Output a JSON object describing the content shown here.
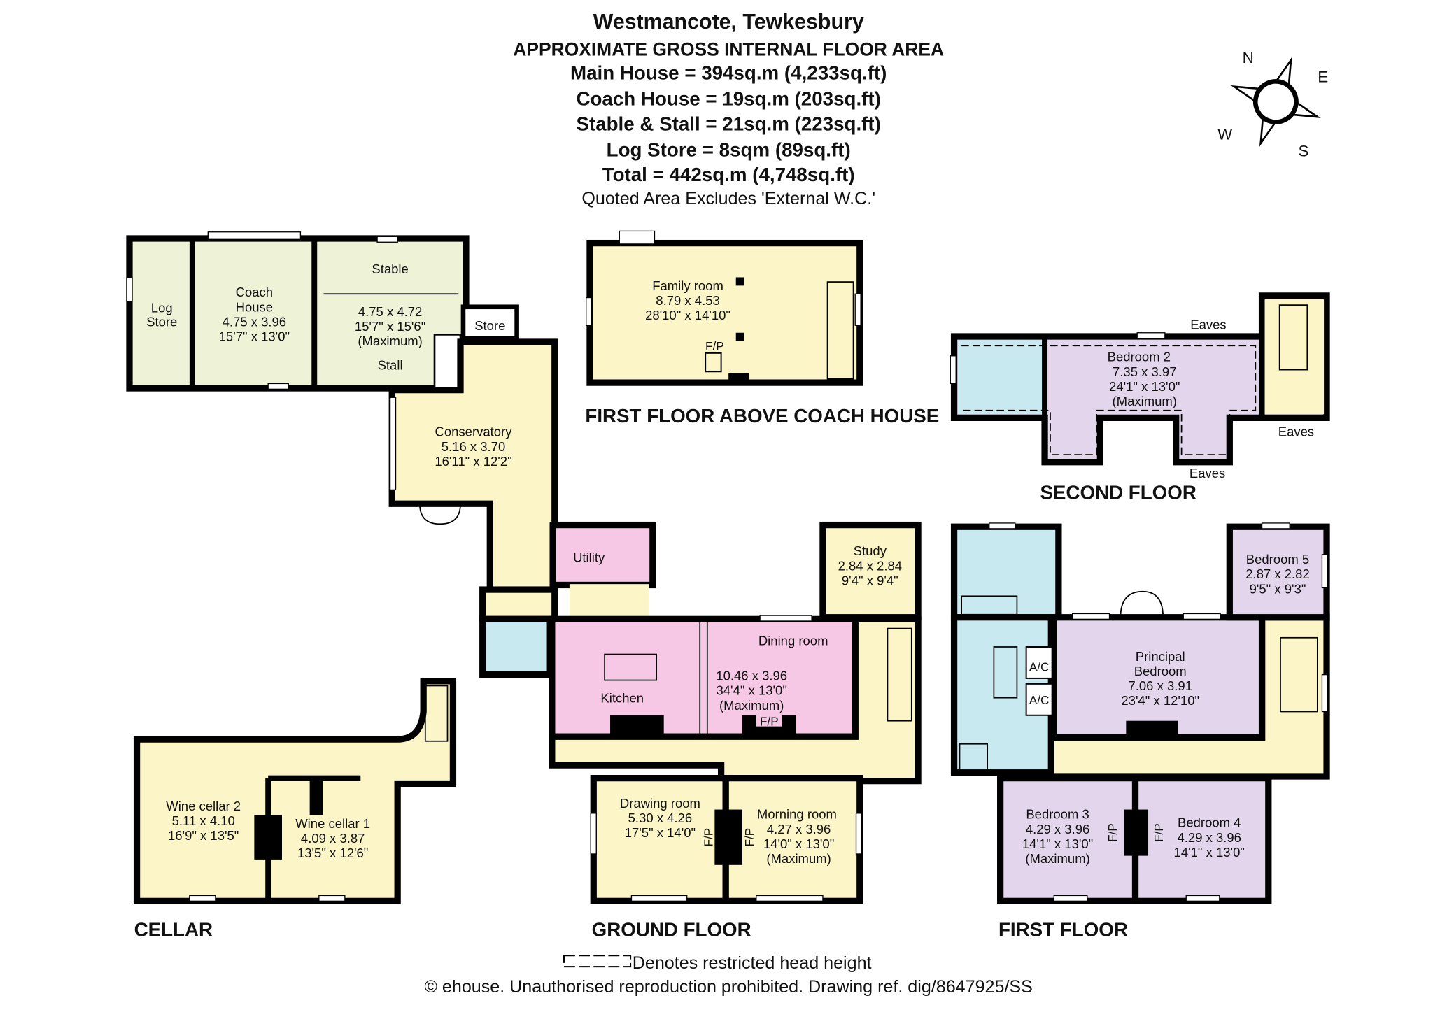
{
  "header": {
    "title": "Westmancote, Tewkesbury",
    "subtitle": "APPROXIMATE GROSS INTERNAL FLOOR AREA",
    "areas": [
      "Main House = 394sq.m (4,233sq.ft)",
      "Coach House = 19sq.m (203sq.ft)",
      "Stable & Stall = 21sq.m (223sq.ft)",
      "Log Store = 8sqm (89sq.ft)",
      "Total = 442sq.m (4,748sq.ft)"
    ],
    "note": "Quoted Area Excludes 'External W.C.'"
  },
  "compass": {
    "n": "N",
    "e": "E",
    "s": "S",
    "w": "W"
  },
  "floors": {
    "coach_first": "FIRST FLOOR ABOVE COACH HOUSE",
    "second": "SECOND FLOOR",
    "cellar": "CELLAR",
    "ground": "GROUND FLOOR",
    "first": "FIRST FLOOR"
  },
  "colors": {
    "yellow": "#fcf5c7",
    "pink": "#f7c8e5",
    "lilac": "#e2d5ec",
    "blue": "#c9e9f0",
    "green": "#eef3d7"
  },
  "rooms": {
    "log_store": [
      "Log",
      "Store"
    ],
    "coach_house": [
      "Coach",
      "House",
      "4.75 x 3.96",
      "15'7\" x 13'0\""
    ],
    "stable": [
      "Stable"
    ],
    "stable_dims": [
      "4.75 x 4.72",
      "15'7\" x 15'6\"",
      "(Maximum)"
    ],
    "stall": [
      "Stall"
    ],
    "store": [
      "Store"
    ],
    "family_room": [
      "Family room",
      "8.79 x 4.53",
      "28'10\" x 14'10\""
    ],
    "family_fp": "F/P",
    "bedroom2": [
      "Bedroom 2",
      "7.35 x 3.97",
      "24'1\" x 13'0\"",
      "(Maximum)"
    ],
    "eaves": [
      "Eaves",
      "Eaves",
      "Eaves"
    ],
    "conservatory": [
      "Conservatory",
      "5.16 x 3.70",
      "16'11\" x 12'2\""
    ],
    "utility": [
      "Utility"
    ],
    "study": [
      "Study",
      "2.84 x 2.84",
      "9'4\" x 9'4\""
    ],
    "dining_room": [
      "Dining room"
    ],
    "kitchen": [
      "Kitchen"
    ],
    "kitchen_dining_dims": [
      "10.46 x 3.96",
      "34'4\" x 13'0\"",
      "(Maximum)"
    ],
    "ground_fp": "F/P",
    "drawing_room": [
      "Drawing room",
      "5.30 x 4.26",
      "17'5\" x 14'0\""
    ],
    "morning_room": [
      "Morning room",
      "4.27 x 3.96",
      "14'0\" x 13'0\"",
      "(Maximum)"
    ],
    "fp_labels": [
      "F/P",
      "F/P",
      "F/P",
      "F/P"
    ],
    "wine_cellar2": [
      "Wine cellar 2",
      "5.11 x 4.10",
      "16'9\" x 13'5\""
    ],
    "wine_cellar1": [
      "Wine cellar 1",
      "4.09 x 3.87",
      "13'5\" x 12'6\""
    ],
    "bedroom5": [
      "Bedroom 5",
      "2.87 x 2.82",
      "9'5\" x 9'3\""
    ],
    "principal": [
      "Principal",
      "Bedroom",
      "7.06 x 3.91",
      "23'4\" x 12'10\""
    ],
    "ac": [
      "A/C",
      "A/C"
    ],
    "bedroom3": [
      "Bedroom 3",
      "4.29 x 3.96",
      "14'1\" x 13'0\"",
      "(Maximum)"
    ],
    "bedroom4": [
      "Bedroom 4",
      "4.29 x 3.96",
      "14'1\" x 13'0\""
    ]
  },
  "footer": {
    "legend": "Denotes restricted head height",
    "copyright": "© ehouse. Unauthorised reproduction prohibited. Drawing ref. dig/8647925/SS"
  }
}
